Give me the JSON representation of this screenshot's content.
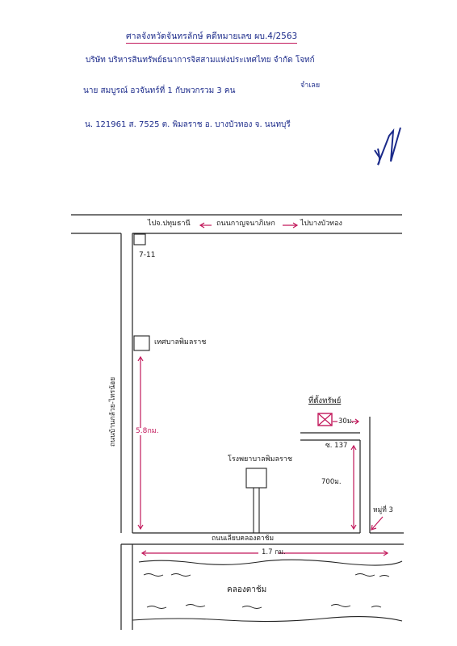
{
  "header": {
    "court_case": "ศาลจังหวัดจันทรลักษ์ คดีหมายเลข ผบ.4/2563",
    "plaintiff": "บริษัท บริหารสินทรัพย์ธนาการจิสสามแห่งประเทศไทย จำกัด โจทก์",
    "defendant": "นาย สมบูรณ์ อวจันทร์ที่ 1 กับพวกรวม 3 คน",
    "defendant_role": "จำเลย",
    "deed": "น. 121961 ส. 7525 ต. พิมลราช อ. บางบัวทอง จ. นนทบุรี"
  },
  "map": {
    "top_road": {
      "left_label": "ไปจ.ปทุมธานี",
      "center_label": "ถนนกาญจนาภิเษก",
      "right_label": "ไปบางบัวทอง"
    },
    "seven_eleven": "7-11",
    "municipality": "เทศบาลพิมลราช",
    "vertical_road": "ถนนบ้านกล้วย-ไทรน้อย",
    "dist_left": "5.8กม.",
    "hospital": "โรงพยาบาลพิมลราช",
    "property_label": "ที่ตั้งทรัพย์",
    "dist_30": "30ม.",
    "soi": "ซ. 137",
    "dist_700": "700ม.",
    "mooban": "หมู่ที่ 3",
    "canal_road": "ถนนเลียบคลองตาช้ม",
    "dist_bottom": "1.7 กม.",
    "canal": "คลองตาช้ม"
  }
}
